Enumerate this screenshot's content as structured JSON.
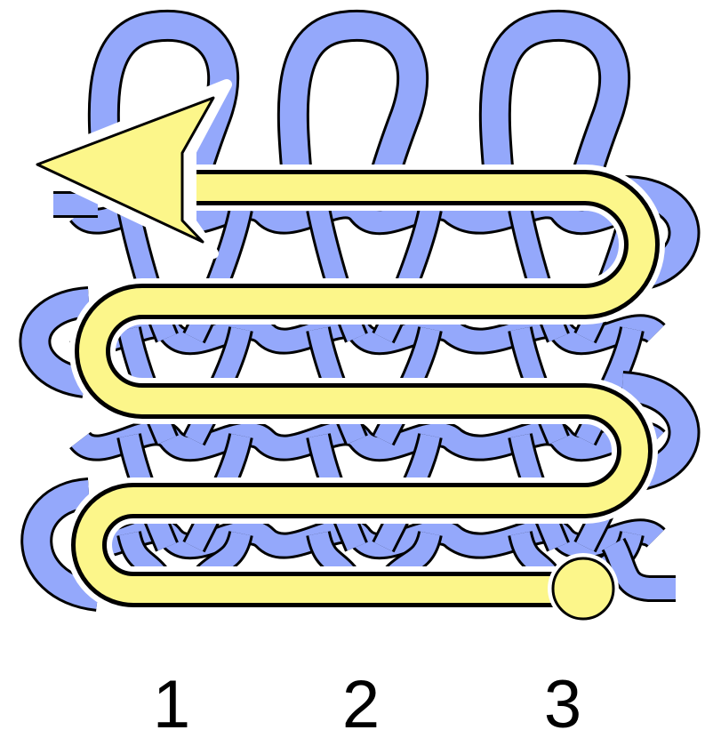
{
  "colors": {
    "yarn_fill": "#94a8fb",
    "yarn_outline": "#000000",
    "path_fill": "#fcf68a",
    "path_outline": "#000000",
    "halo": "#ffffff",
    "background": "#ffffff",
    "label_color": "#000000"
  },
  "diagram": {
    "stitch_columns": 3,
    "path_turns": 4,
    "start_marker": "circle",
    "end_marker": "arrow-left",
    "icons": [
      "knit-stitch-loop",
      "yarn-strand",
      "work-direction-arrow",
      "start-dot"
    ]
  },
  "columns": [
    {
      "label": "1"
    },
    {
      "label": "2"
    },
    {
      "label": "3"
    }
  ]
}
